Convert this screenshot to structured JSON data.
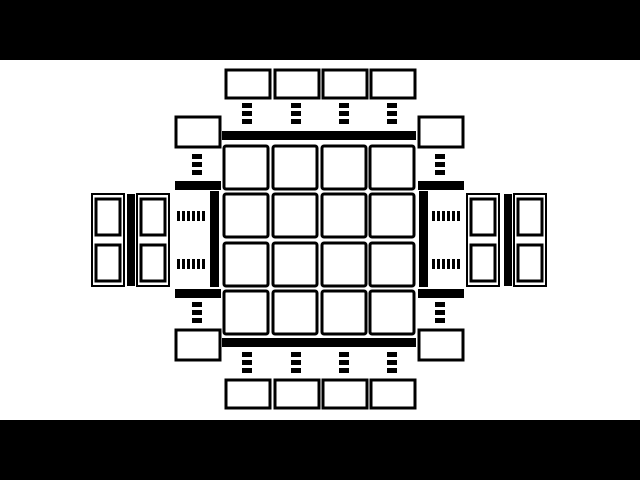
{
  "diagram": {
    "grid": {
      "rows": 4,
      "cols": 4
    },
    "colors": {
      "background": "#ffffff",
      "lines": "#000000",
      "letterbox": "#000000"
    },
    "elements": {
      "top_modules": 4,
      "bottom_modules": 4,
      "left_stacked_panels": 2,
      "right_stacked_panels": 2,
      "corner_modules": 4
    }
  }
}
